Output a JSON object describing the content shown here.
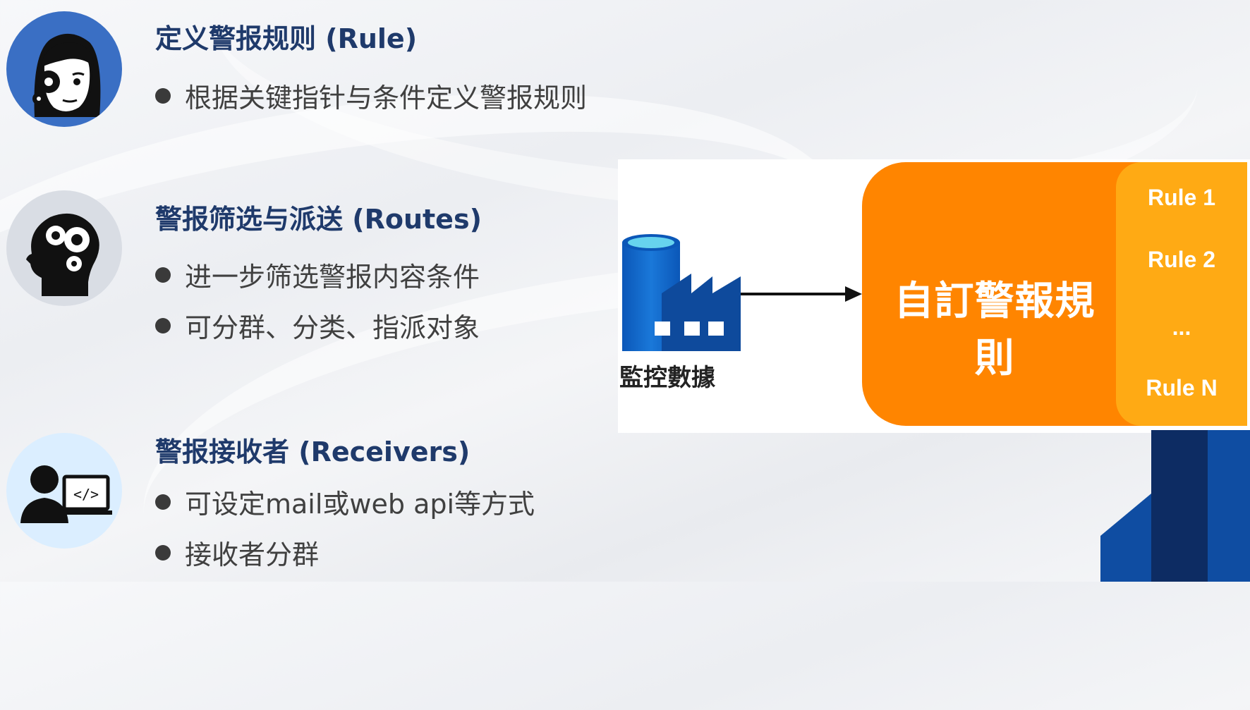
{
  "sections": [
    {
      "title": "定义警报规则 (Rule)",
      "icon": "person-gear-icon",
      "bullets": [
        "根据关键指针与条件定义警报规则"
      ]
    },
    {
      "title": "警报筛选与派送 (Routes)",
      "icon": "head-gears-icon",
      "bullets": [
        "进一步筛选警报内容条件",
        "可分群、分类、指派对象"
      ]
    },
    {
      "title": "警报接收者 (Receivers)",
      "icon": "developer-screen-icon",
      "bullets": [
        "可设定mail或web api等方式",
        "接收者分群"
      ]
    }
  ],
  "diagram": {
    "source_label": "監控數據",
    "rules_title": "自訂警報規則",
    "rules": [
      "Rule 1",
      "Rule 2",
      "...",
      "Rule N"
    ]
  },
  "colors": {
    "title": "#1f3a6b",
    "orange": "#ff8500",
    "orange_light": "#ffaa14",
    "navy": "#0d2c63",
    "blue": "#0f4da2"
  }
}
